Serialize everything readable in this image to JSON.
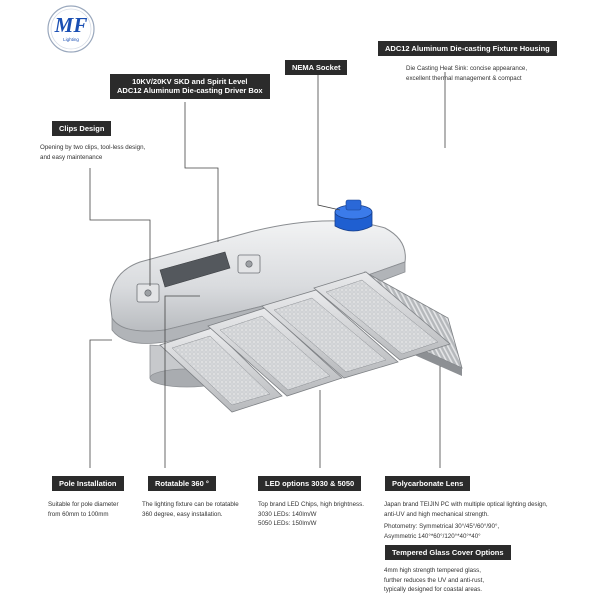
{
  "logo": {
    "letters": "MF",
    "subtitle": "Lighting"
  },
  "callouts": {
    "housing": {
      "title": "ADC12 Aluminum Die-casting Fixture Housing",
      "desc": [
        "Die Casting Heat Sink: concise appearance,",
        "excellent thermal management & compact"
      ]
    },
    "nema": {
      "title": "NEMA Socket"
    },
    "driver_box": {
      "title_line1": "10KV/20KV SKD and Spirit Level",
      "title_line2": "ADC12 Aluminum Die-casting Driver Box"
    },
    "clips": {
      "title": "Clips Design",
      "desc": [
        "Opening by two clips, tool-less design,",
        "and easy maintenance"
      ]
    },
    "pole": {
      "title": "Pole Installation",
      "desc": [
        "Suitable for pole diameter",
        "from 60mm to 100mm"
      ]
    },
    "rotatable": {
      "title": "Rotatable 360 °",
      "desc": [
        "The lighting fixture can be rotatable",
        "360 degree, easy installation."
      ]
    },
    "led": {
      "title": "LED options 3030 & 5050",
      "desc": [
        "Top brand LED Chips, high brightness.",
        "3030 LEDs: 140lm/W",
        "5050 LEDs: 150lm/W"
      ]
    },
    "lens": {
      "title": "Polycarbonate Lens",
      "desc": [
        "Japan brand TEIJIN PC with multiple optical lighting design,",
        "anti-UV and high mechanical strength."
      ],
      "photometry": [
        "Photometry: Symmetrical 30°/45°/60°/90°,",
        "Asymmetric 140°*60°/120°*40°*40°"
      ]
    },
    "glass": {
      "title": "Tempered Glass Cover Options",
      "desc": [
        "4mm high strength tempered glass,",
        "further reduces the UV and anti-rust,",
        "typically designed for coastal areas."
      ]
    }
  },
  "colors": {
    "tag_bg": "#2b2b2b",
    "logo_blue": "#1a4fb3",
    "nema_blue": "#1f5fd1"
  }
}
